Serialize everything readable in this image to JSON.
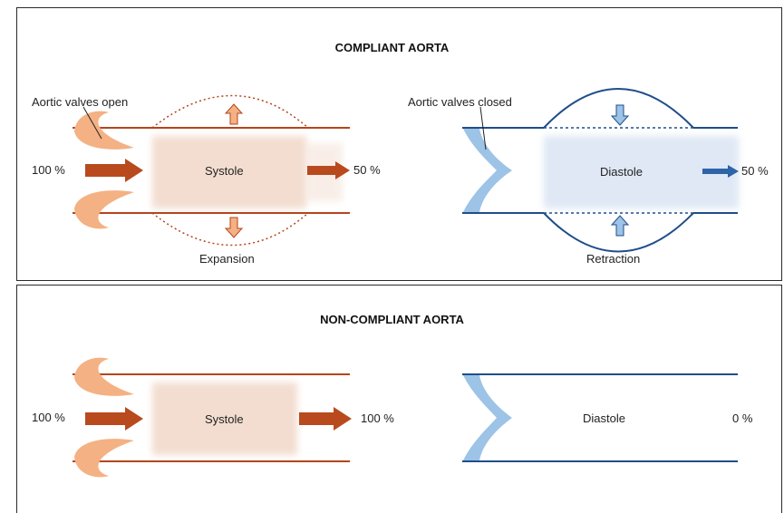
{
  "compliant": {
    "title": "COMPLIANT AORTA",
    "valves_open_label": "Aortic valves open",
    "valves_closed_label": "Aortic valves closed",
    "inflow": "100 %",
    "systole_label": "Systole",
    "systole_outflow": "50 %",
    "diastole_label": "Diastole",
    "diastole_outflow": "50 %",
    "expansion_label": "Expansion",
    "retraction_label": "Retraction"
  },
  "noncompliant": {
    "title": "NON-COMPLIANT AORTA",
    "inflow": "100 %",
    "systole_label": "Systole",
    "systole_outflow": "100 %",
    "diastole_label": "Diastole",
    "diastole_outflow": "0 %"
  },
  "colors": {
    "systole_wall": "#b5451b",
    "systole_arrow": "#b84a1e",
    "valve_open": "#f4b183",
    "systole_fill": "#f3ddd0",
    "diastole_wall": "#1f4e89",
    "diastole_arrow": "#2e64a8",
    "valve_closed": "#9dc3e6",
    "diastole_fill": "#dfe8f4"
  }
}
